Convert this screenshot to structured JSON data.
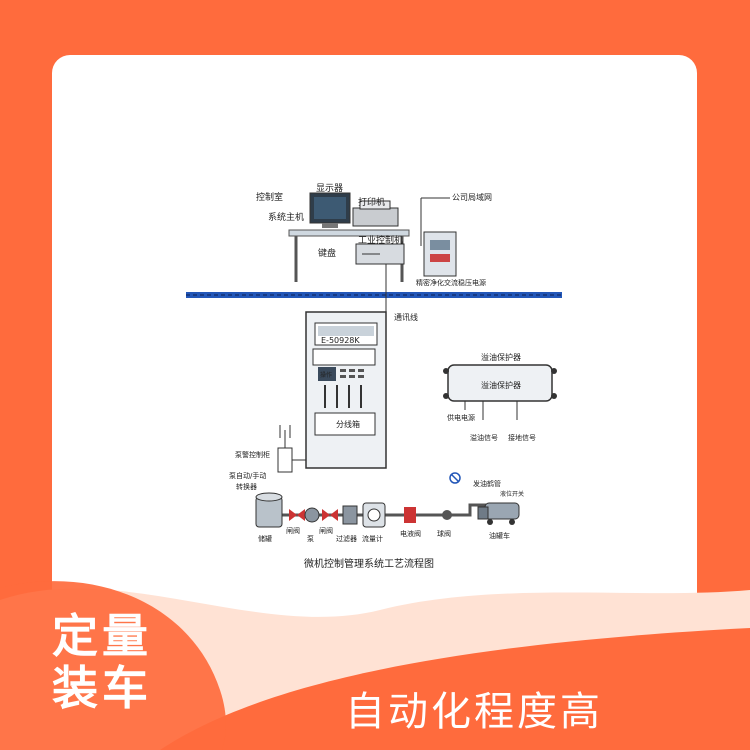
{
  "diagram": {
    "labels": {
      "control_room": "控制室",
      "monitor": "显示器",
      "printer": "打印机",
      "host": "系统主机",
      "keyboard": "键盘",
      "ipc": "工业控制机",
      "lan": "公司局域网",
      "psu": "精密净化交流稳压电源",
      "comm_line": "通讯线",
      "controller_model": "E-50928K",
      "op_panel": "操作",
      "junction_box": "分线箱",
      "overflow_protector_1": "溢油保护器",
      "overflow_protector_2": "溢油保护器",
      "power_supply": "供电电源",
      "overflow_signal": "溢油信号",
      "ground_signal": "接地信号",
      "pump_cabinet": "泵警控制柜",
      "auto_manual": "泵自动/手动",
      "switcher": "转换器",
      "tank": "储罐",
      "gate_valve_1": "闸阀",
      "pump": "泵",
      "gate_valve_2": "闸阀",
      "filter": "过滤器",
      "flowmeter": "流量计",
      "solenoid_valve": "电液阀",
      "ball_valve": "球阀",
      "loading_arm": "发油鹤管",
      "level_switch": "液位开关",
      "tanker": "油罐车",
      "caption": "微机控制管理系统工艺流程图"
    }
  },
  "product": {
    "title_line1": "定量",
    "title_line2": "装车"
  },
  "slogan": "自动化程度高",
  "colors": {
    "background": "#ff6b3d",
    "card": "#ffffff",
    "wave": "#ffe2d4"
  }
}
